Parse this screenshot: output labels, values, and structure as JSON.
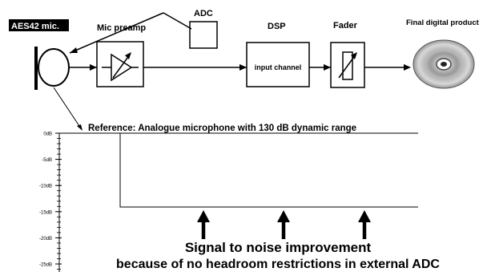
{
  "chain": {
    "mic_label": "AES42 mic.",
    "preamp_label": "Mic preamp",
    "adc_label": "ADC",
    "dsp_label": "DSP",
    "dsp_inner": "input channel",
    "fader_label": "Fader",
    "product_label": "Final digital product"
  },
  "graph": {
    "reference_text": "Reference: Analogue microphone with 130 dB dynamic range",
    "ticks": [
      "0dB",
      "-5dB",
      "-10dB",
      "-15dB",
      "-20dB",
      "-25dB"
    ],
    "caption_line1": "Signal to noise improvement",
    "caption_line2": "because of no headroom restrictions in external ADC"
  },
  "colors": {
    "mic_label_bg": "#000000",
    "line": "#000000"
  }
}
